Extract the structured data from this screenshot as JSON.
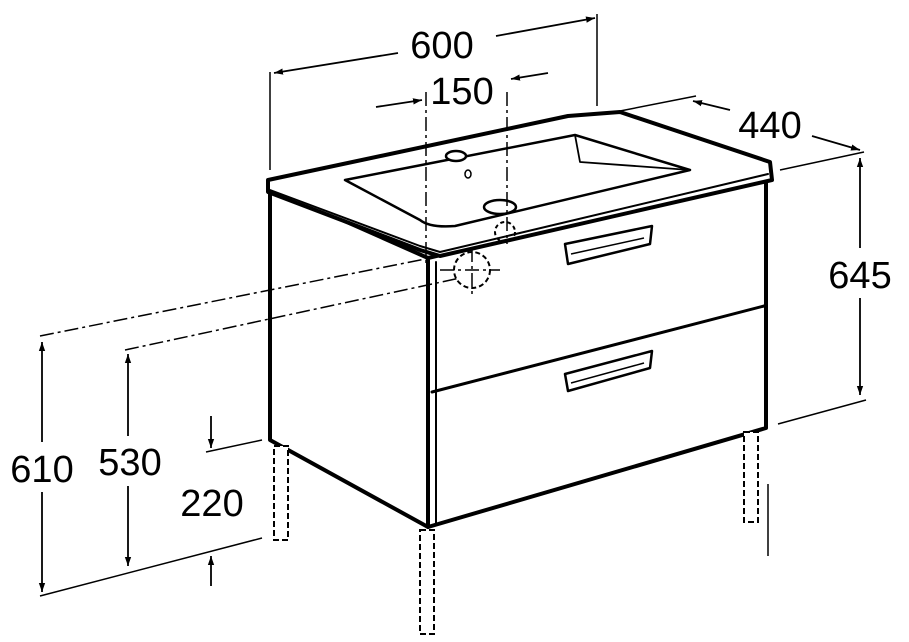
{
  "colors": {
    "line": "#000000",
    "background": "#ffffff"
  },
  "dimensions": {
    "width": "600",
    "tap_offset": "150",
    "depth": "440",
    "height_total": "645",
    "height_610": "610",
    "height_530": "530",
    "leg_height": "220"
  }
}
